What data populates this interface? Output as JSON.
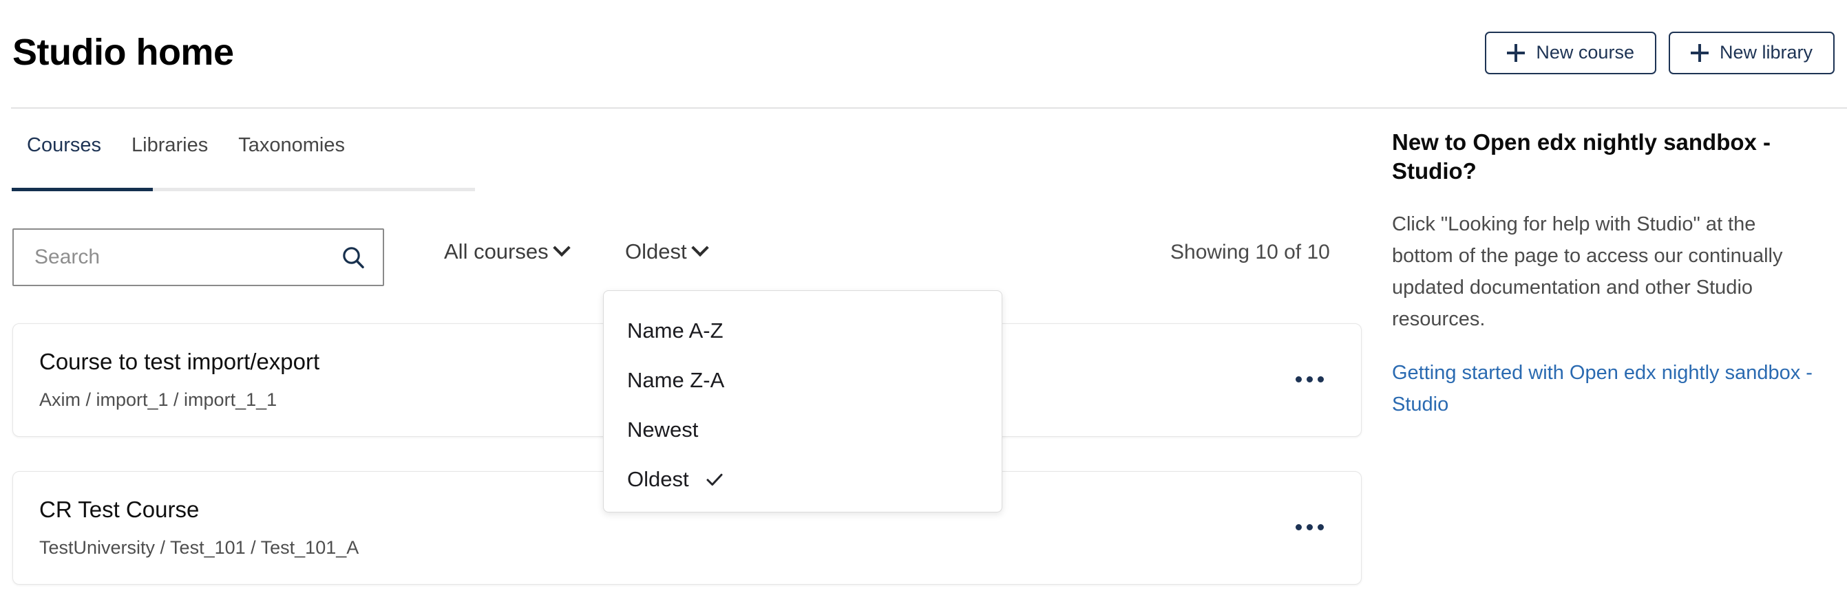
{
  "header": {
    "title": "Studio home",
    "new_course_label": "New course",
    "new_library_label": "New library"
  },
  "tabs": [
    {
      "label": "Courses",
      "active": true
    },
    {
      "label": "Libraries",
      "active": false
    },
    {
      "label": "Taxonomies",
      "active": false
    }
  ],
  "toolbar": {
    "search_value": "",
    "search_placeholder": "Search",
    "filter_label": "All courses",
    "sort_label": "Oldest",
    "showing_text": "Showing 10 of 10"
  },
  "sort_menu": {
    "items": [
      {
        "label": "Name A-Z",
        "selected": false
      },
      {
        "label": "Name Z-A",
        "selected": false
      },
      {
        "label": "Newest",
        "selected": false
      },
      {
        "label": "Oldest",
        "selected": true
      }
    ]
  },
  "courses": [
    {
      "title": "Course to test import/export",
      "org": "Axim / import_1 / import_1_1"
    },
    {
      "title": "CR Test Course",
      "org": "TestUniversity / Test_101 / Test_101_A"
    }
  ],
  "side_panel": {
    "title": "New to Open edx nightly sandbox - Studio?",
    "body": "Click \"Looking for help with Studio\" at the bottom of the page to access our continually updated documentation and other Studio resources.",
    "link_label": "Getting started with Open edx nightly sandbox - Studio"
  },
  "colors": {
    "brand_navy": "#1d3354",
    "link_blue": "#2a6ab1",
    "tab_active_underline": "#14304f"
  }
}
